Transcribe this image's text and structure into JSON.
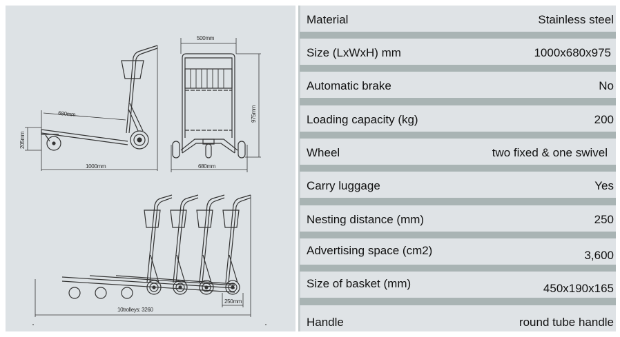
{
  "drawing": {
    "side_view": {
      "deck_length": "680mm",
      "deck_height": "205mm",
      "overall_length": "1000mm"
    },
    "front_view": {
      "frame_width": "500mm",
      "overall_height": "975mm",
      "overall_width": "680mm"
    },
    "nested_view": {
      "nesting_distance": "250mm",
      "total_length": "10trolleys: 3260"
    }
  },
  "specs": [
    {
      "label": "Material",
      "value": "Stainless steel"
    },
    {
      "label": "Size (LxWxH) mm",
      "value": "1000x680x975"
    },
    {
      "label": "Automatic brake",
      "value": "No"
    },
    {
      "label": "Loading capacity (kg)",
      "value": "200"
    },
    {
      "label": "Wheel",
      "value": "two fixed & one swivel"
    },
    {
      "label": "Carry luggage",
      "value": "Yes"
    },
    {
      "label": "Nesting distance (mm)",
      "value": "250"
    },
    {
      "label": "Advertising space (cm2)",
      "value": "3,600"
    },
    {
      "label": "Size of basket (mm)",
      "value": "450x190x165"
    },
    {
      "label": "Handle",
      "value": "round tube handle"
    }
  ]
}
